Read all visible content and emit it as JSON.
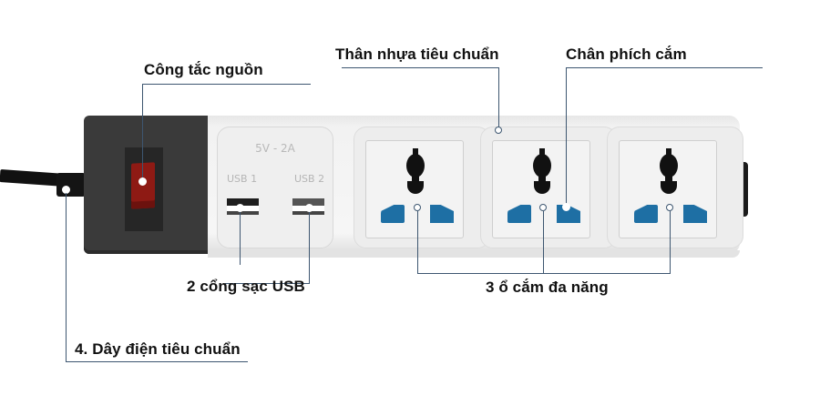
{
  "diagram": {
    "title": "Power strip component callouts",
    "labels": {
      "switch": "Công tắc nguồn",
      "body": "Thân nhựa tiêu chuẩn",
      "prongs": "Chân phích cắm",
      "usb": "2 cổng sạc USB",
      "outlets": "3 ổ cắm đa năng",
      "cable": "4. Dây điện tiêu chuẩn"
    },
    "device": {
      "usb_rating": "5V - 2A",
      "usb_ports": [
        "USB 1",
        "USB 2"
      ],
      "outlet_count": 3
    },
    "colors": {
      "callout_line": "#3d5670",
      "switch_red": "#8e1a14",
      "pin_blue": "#1e6fa4",
      "switch_housing": "#3a3a3a"
    }
  }
}
